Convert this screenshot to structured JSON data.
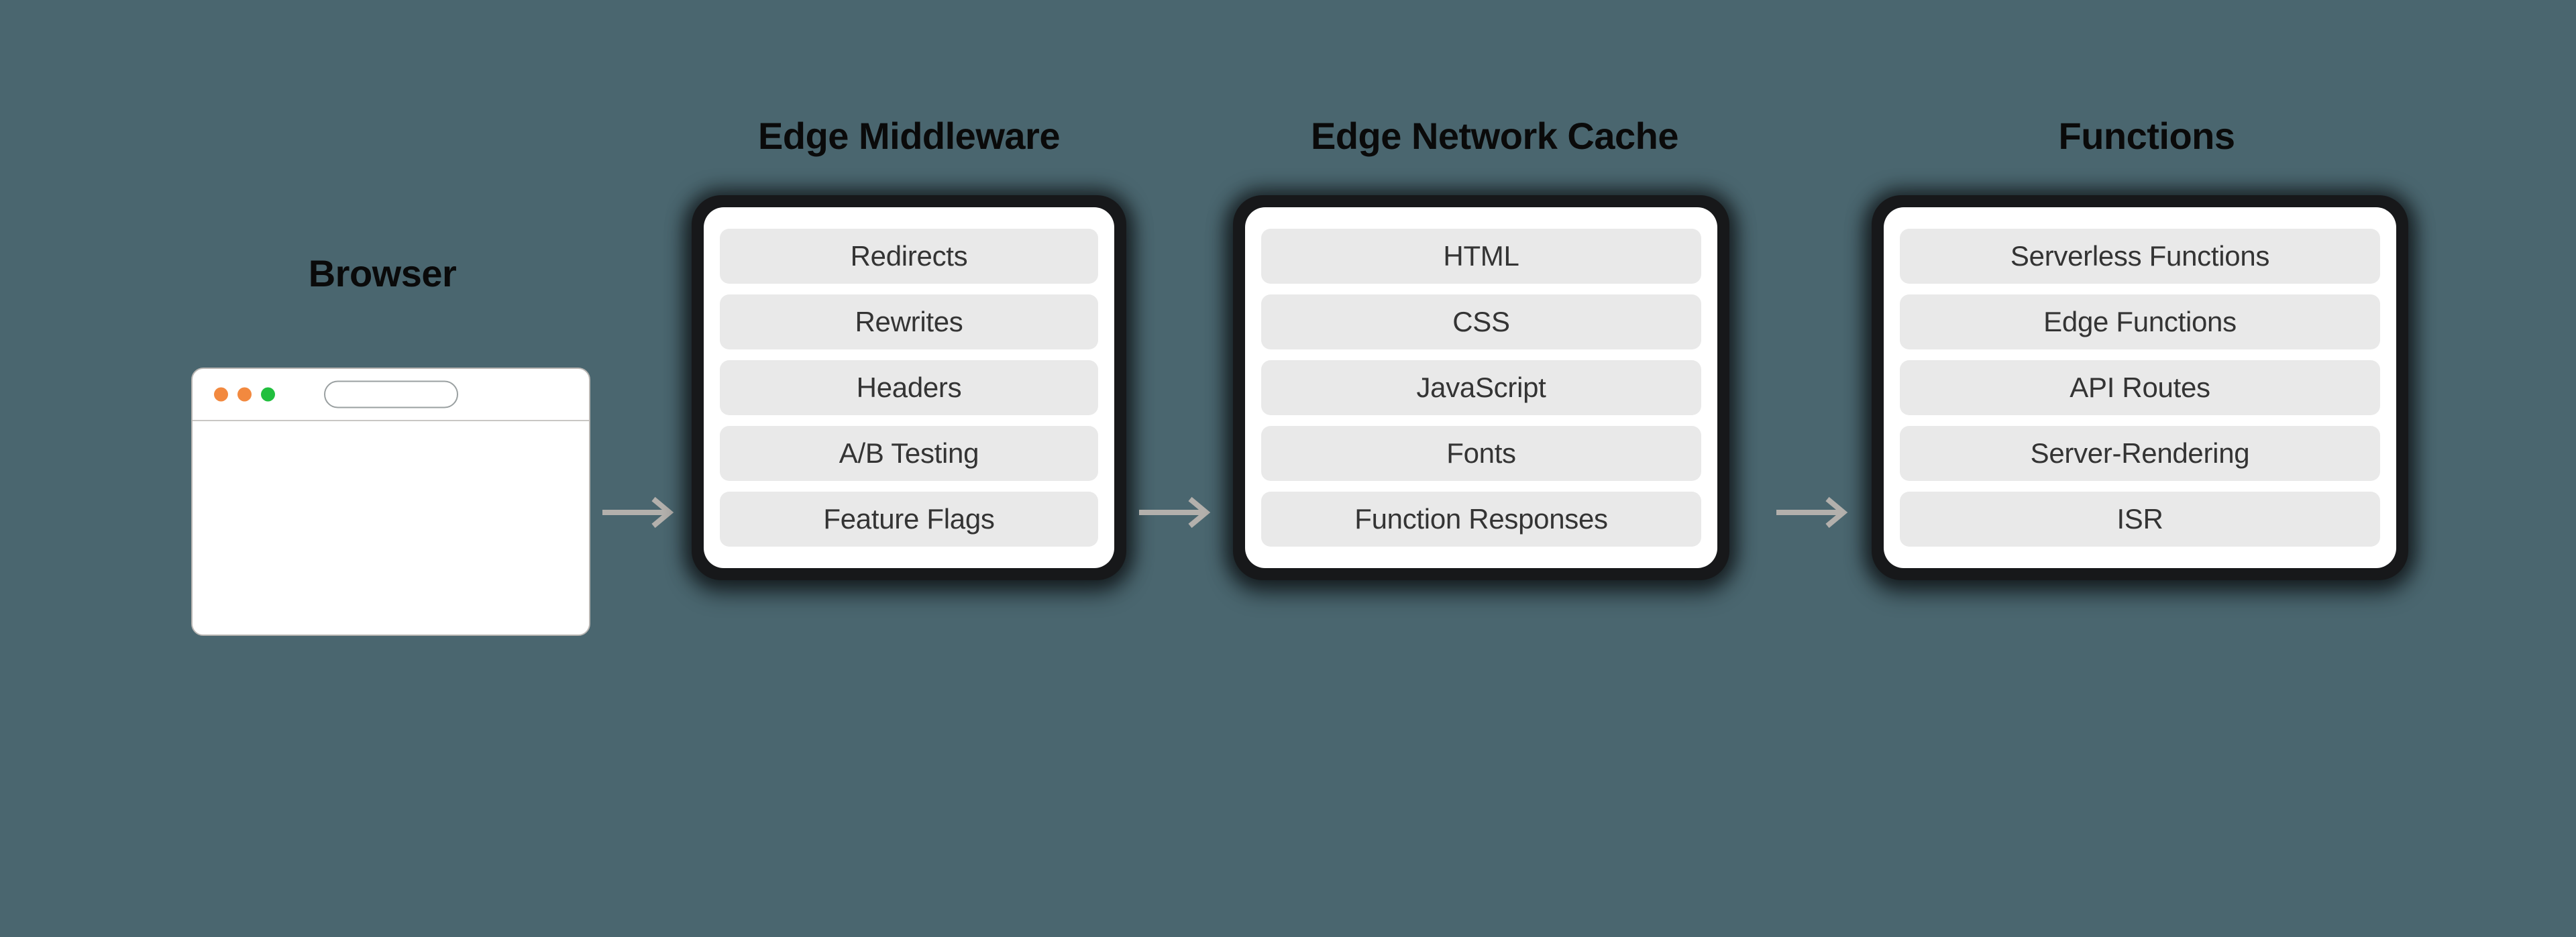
{
  "theme": {
    "background": "#4a666f",
    "card_frame": "#17181a",
    "card_inner": "#ffffff",
    "pill_background": "#e9e9e9",
    "pill_text": "#343434",
    "title_text": "#0a0a0a",
    "arrow": "#b3b0ac",
    "traffic_light_orange": "#f2893f",
    "traffic_light_green": "#21bf3e"
  },
  "browser": {
    "title": "Browser",
    "url_value": "",
    "url_placeholder": "",
    "traffic_lights": [
      "orange",
      "orange",
      "green"
    ]
  },
  "stages": [
    {
      "id": "edge-middleware",
      "title": "Edge Middleware",
      "items": [
        "Redirects",
        "Rewrites",
        "Headers",
        "A/B Testing",
        "Feature Flags"
      ]
    },
    {
      "id": "edge-network-cache",
      "title": "Edge Network Cache",
      "items": [
        "HTML",
        "CSS",
        "JavaScript",
        "Fonts",
        "Function Responses"
      ]
    },
    {
      "id": "functions",
      "title": "Functions",
      "items": [
        "Serverless Functions",
        "Edge Functions",
        "API Routes",
        "Server-Rendering",
        "ISR"
      ]
    }
  ],
  "arrows": [
    {
      "id": "browser-to-middleware",
      "label": "arrow-right"
    },
    {
      "id": "middleware-to-cache",
      "label": "arrow-right"
    },
    {
      "id": "cache-to-functions",
      "label": "arrow-right"
    }
  ]
}
